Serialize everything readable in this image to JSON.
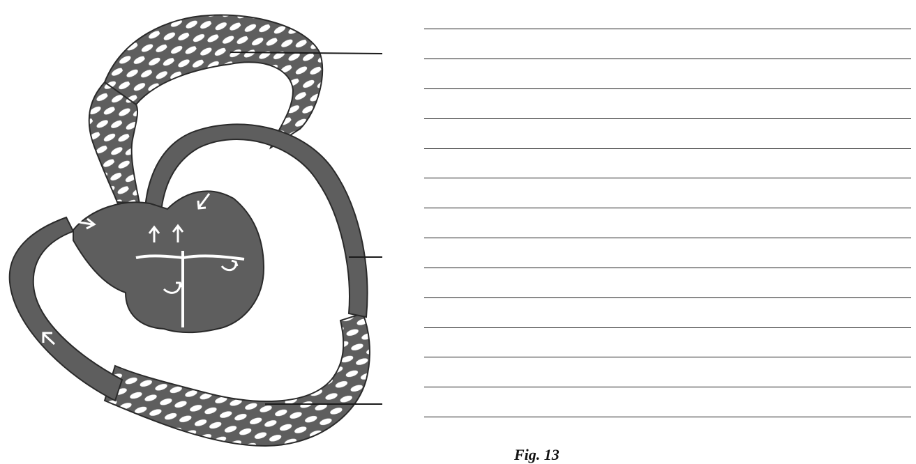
{
  "figure": {
    "caption": "Fig. 13",
    "vessel_color": "#5e5e5e",
    "chamber_color": "#5e5e5e",
    "line_color": "#1a1a1a",
    "answer_line_count": 14,
    "pointer_line_count": 3
  }
}
